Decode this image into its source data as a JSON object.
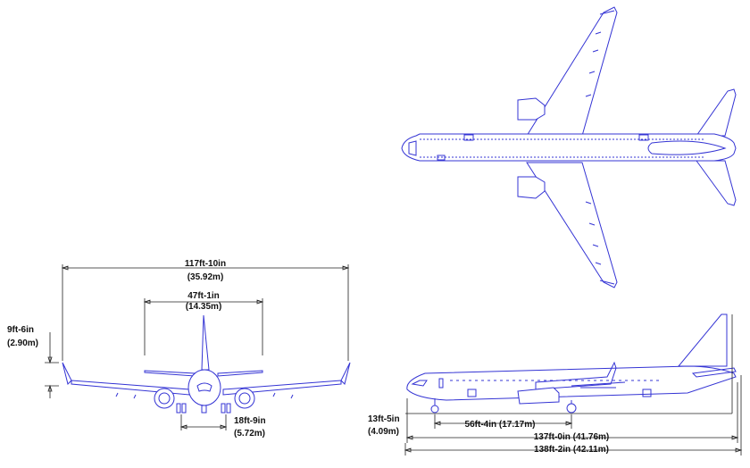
{
  "front_view": {
    "wingspan_ft": "117ft-10in",
    "wingspan_m": "(35.92m)",
    "tail_span_ft": "47ft-1in",
    "tail_span_m": "(14.35m)",
    "winglet_height_ft": "9ft-6in",
    "winglet_height_m": "(2.90m)",
    "track_ft": "18ft-9in",
    "track_m": "(5.72m)"
  },
  "side_view": {
    "height_ft": "13ft-5in",
    "height_m": "(4.09m)",
    "wheelbase": "56ft-4in (17.17m)",
    "fuselage_length": "137ft-0in (41.76m)",
    "overall_length": "138ft-2in (42.11m)"
  }
}
